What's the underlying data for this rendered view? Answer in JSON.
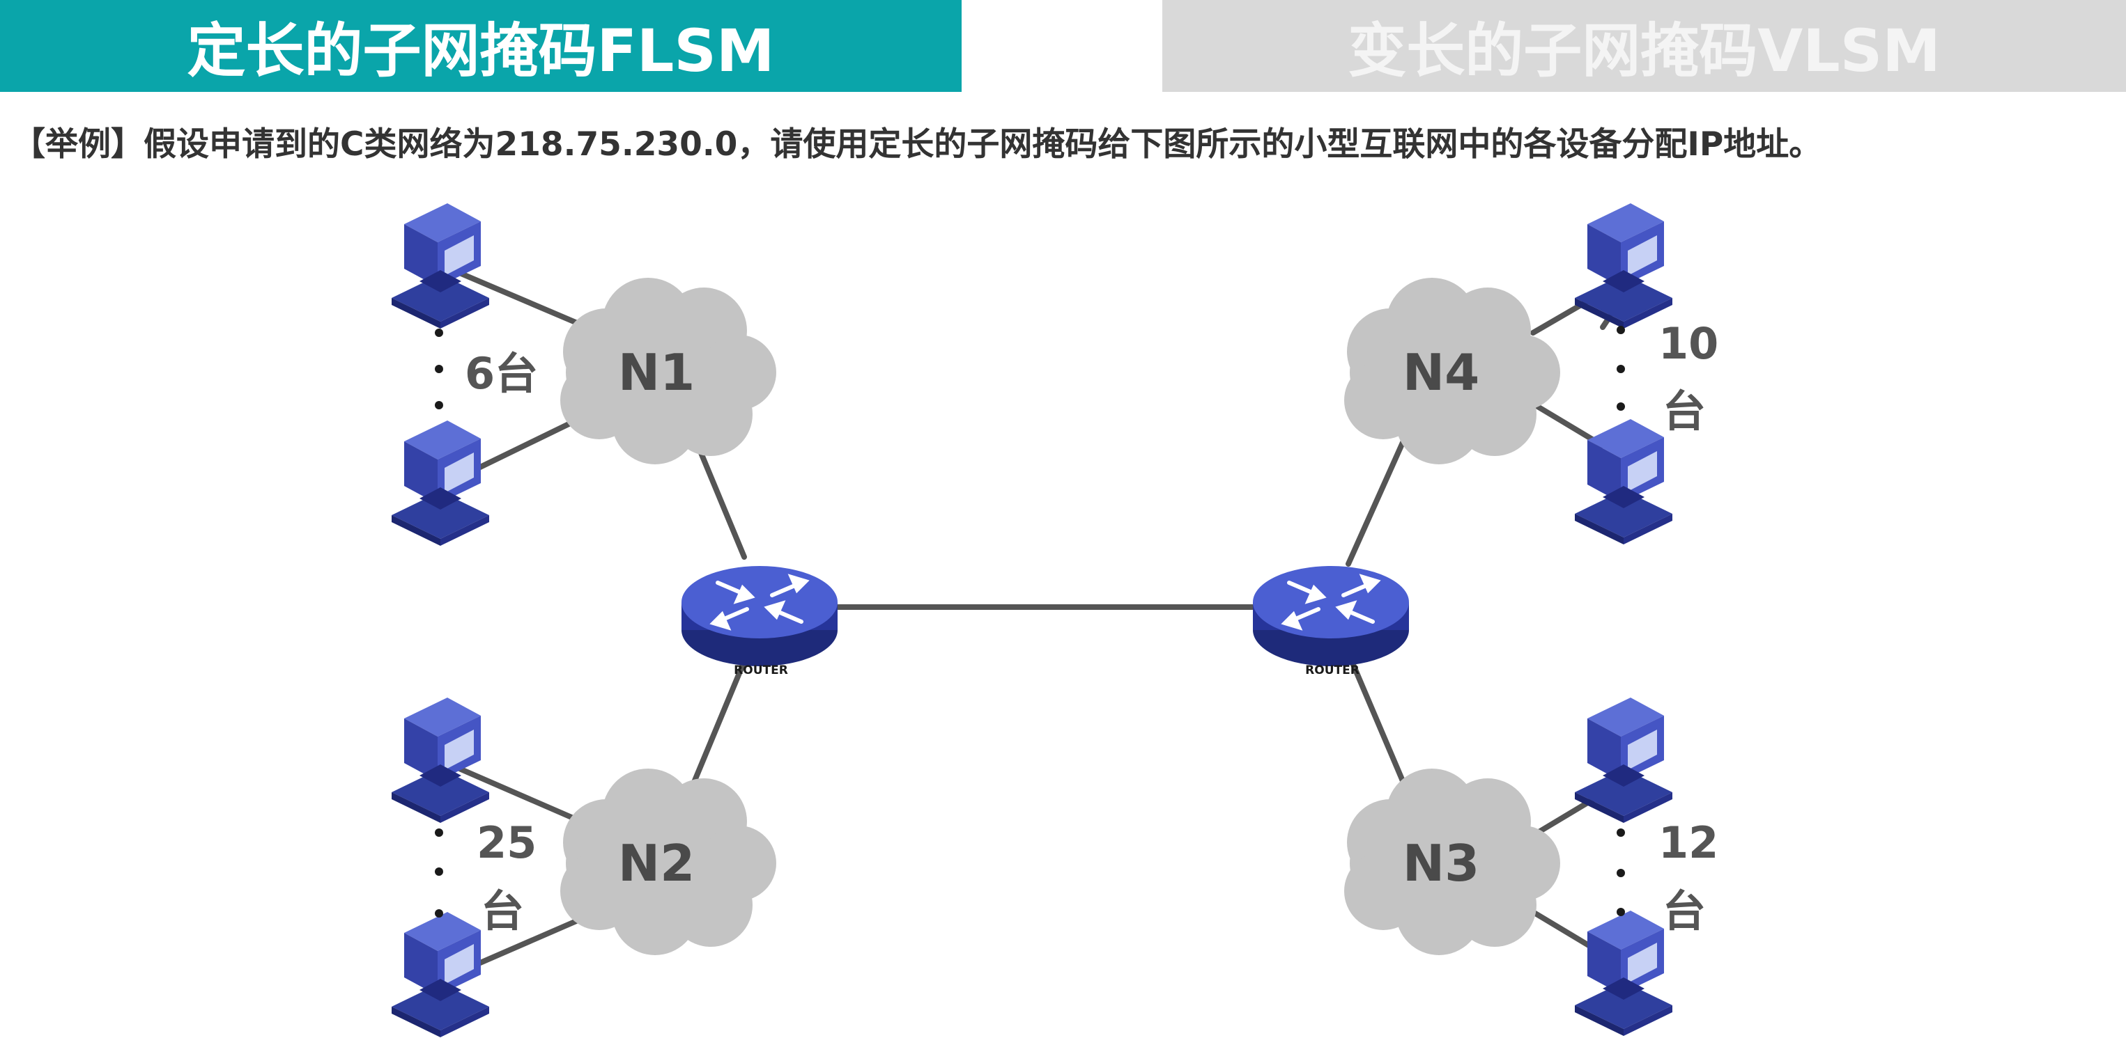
{
  "tabs": [
    {
      "label": "定长的子网掩码FLSM",
      "active": true,
      "color": "#0aa5aa"
    },
    {
      "label": "变长的子网掩码VLSM",
      "active": false,
      "color": "#d9d9d9"
    }
  ],
  "question": "【举例】假设申请到的C类网络为218.75.230.0，请使用定长的子网掩码给下图所示的小型互联网中的各设备分配IP地址。",
  "networks": {
    "n1": {
      "name": "N1",
      "hosts_line1": "6台",
      "hosts_line2": ""
    },
    "n2": {
      "name": "N2",
      "hosts_line1": "25",
      "hosts_line2": "台"
    },
    "n3": {
      "name": "N3",
      "hosts_line1": "12",
      "hosts_line2": "台"
    },
    "n4": {
      "name": "N4",
      "hosts_line1": "10",
      "hosts_line2": "台"
    }
  },
  "routers": {
    "left": {
      "label": "ROUTER"
    },
    "right": {
      "label": "ROUTER"
    }
  }
}
